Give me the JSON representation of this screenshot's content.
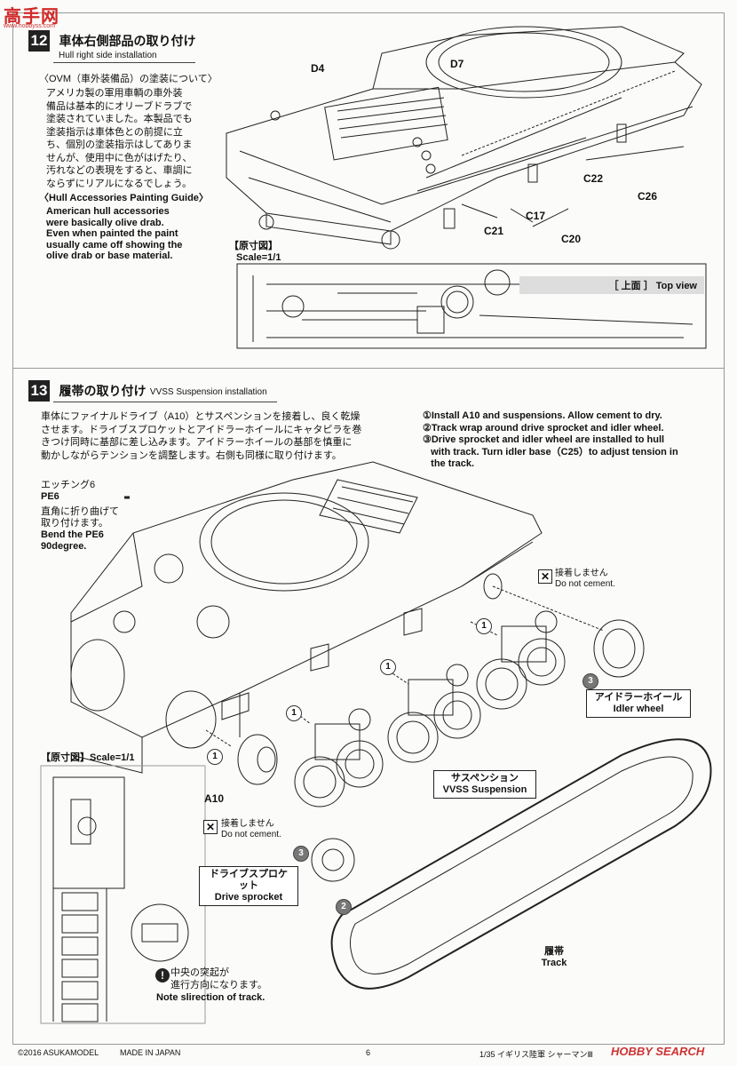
{
  "logo": {
    "main": "高手网",
    "sub": "www.hobbyss.com"
  },
  "step12": {
    "number": "12",
    "title_jp": "車体右側部品の取り付け",
    "title_en": "Hull right side installation",
    "ovm_heading": "〈OVM（車外装備品）の塗装について〉",
    "ovm_lines": [
      "アメリカ製の軍用車輌の車外装",
      "備品は基本的にオリーブドラブで",
      "塗装されていました。本製品でも",
      "塗装指示は車体色との前提に立",
      "ち、個別の塗装指示はしてありま",
      "せんが、使用中に色がはげたり、",
      "汚れなどの表現をすると、車調に",
      "ならずにリアルになるでしょう。"
    ],
    "guide_heading": "〈Hull Accessories Painting Guide〉",
    "guide_lines": [
      "American hull accessories",
      "were basically olive drab.",
      "Even when painted the paint",
      "usually came off showing the",
      "olive drab or base material."
    ],
    "parts": [
      "D4",
      "D7",
      "C22",
      "C26",
      "C17",
      "C21",
      "C20"
    ],
    "scale_jp": "【原寸図】",
    "scale_en": "Scale=1/1",
    "top_view": "［ 上面 ］ Top view"
  },
  "step13": {
    "number": "13",
    "title_jp": "履帯の取り付け",
    "title_en": "VVSS Suspension installation",
    "jp_lines": [
      "車体にファイナルドライブ（A10）とサスペンションを接着し、良く乾燥",
      "させます。ドライブスプロケットとアイドラーホイールにキャタピラを巻",
      "きつけ同時に基部に差し込みます。アイドラーホイールの基部を慎重に",
      "動かしながらテンションを調整します。右側も同様に取り付けます。"
    ],
    "en_lines": [
      "①Install A10 and suspensions. Allow cement to dry.",
      "②Track wrap around drive sprocket and idler wheel.",
      "③Drive sprocket and idler wheel are installed to hull",
      "   with track. Turn idler base（C25）to adjust tension in",
      "   the track."
    ],
    "etch_lines": [
      "エッチング6",
      "PE6",
      "直角に折り曲げて",
      "取り付けます。",
      "Bend the PE6",
      "90degree."
    ],
    "no_cement_jp": "接着しません",
    "no_cement_en": "Do not cement.",
    "idler_jp": "アイドラーホイール",
    "idler_en": "Idler wheel",
    "susp_jp": "サスペンション",
    "susp_en": "VVSS Suspension",
    "sprocket_jp": "ドライブスプロケット",
    "sprocket_en": "Drive sprocket",
    "track_jp": "履帯",
    "track_en": "Track",
    "a10": "A10",
    "scale_label": "【原寸図】Scale=1/1",
    "note_lines": [
      "中央の突起が",
      "進行方向になります。",
      "Note slirection of track."
    ],
    "step_nums": [
      "1",
      "2",
      "3"
    ]
  },
  "footer": {
    "copyright": "©2016 ASUKAMODEL",
    "made": "MADE IN JAPAN",
    "page": "6",
    "title": "1/35 イギリス陸軍 シャーマンⅢ",
    "watermark": "HOBBY SEARCH"
  }
}
